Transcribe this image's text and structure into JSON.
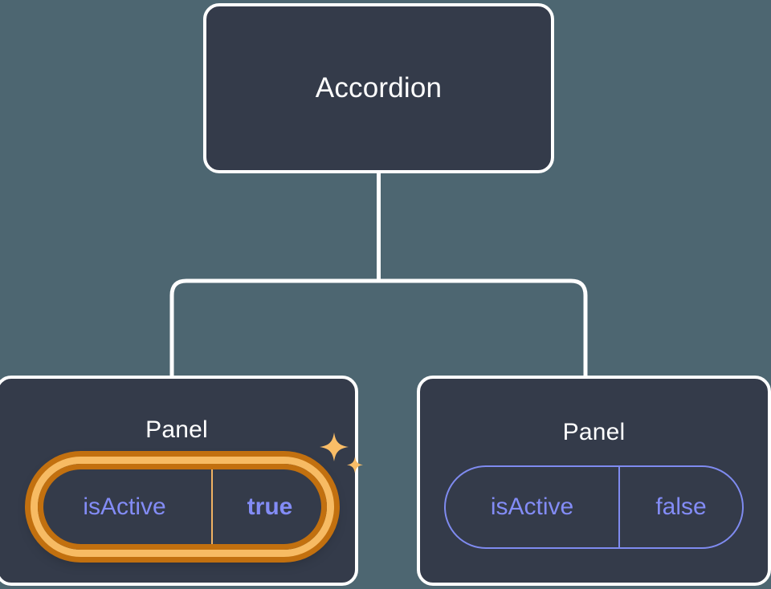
{
  "canvas": {
    "background_color": "#4d6671",
    "card_fill_color": "#343b4a",
    "card_border_color": "#ffffff",
    "connector_color": "#ffffff",
    "prop_text_color": "#838cf6",
    "highlight_outer_color": "#c2700f",
    "highlight_inner_color": "#f7bb63"
  },
  "tree": {
    "root": {
      "label": "Accordion"
    },
    "children": [
      {
        "label": "Panel",
        "highlighted": true,
        "prop": {
          "name": "isActive",
          "value": "true"
        },
        "sparkle_icon": "sparkles-icon"
      },
      {
        "label": "Panel",
        "highlighted": false,
        "prop": {
          "name": "isActive",
          "value": "false"
        }
      }
    ]
  }
}
